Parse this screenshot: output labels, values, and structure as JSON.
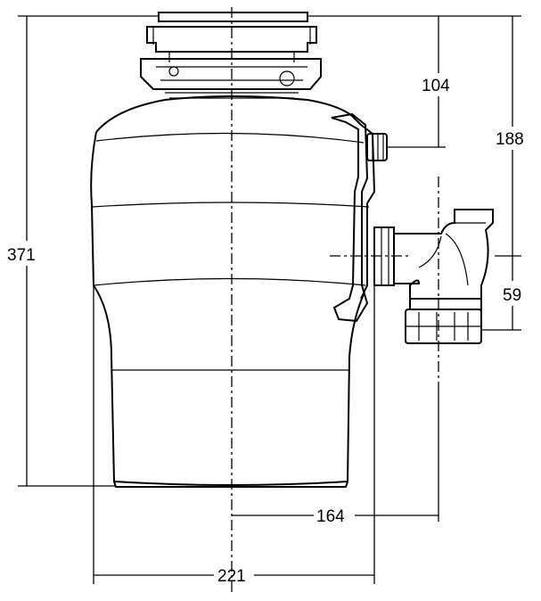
{
  "title": "Food waste disposer dimension drawing",
  "dimensions": {
    "inlet_height": "104",
    "outlet_height": "188",
    "total_height": "371",
    "outlet_drop": "59",
    "outlet_offset": "164",
    "body_width": "221"
  }
}
